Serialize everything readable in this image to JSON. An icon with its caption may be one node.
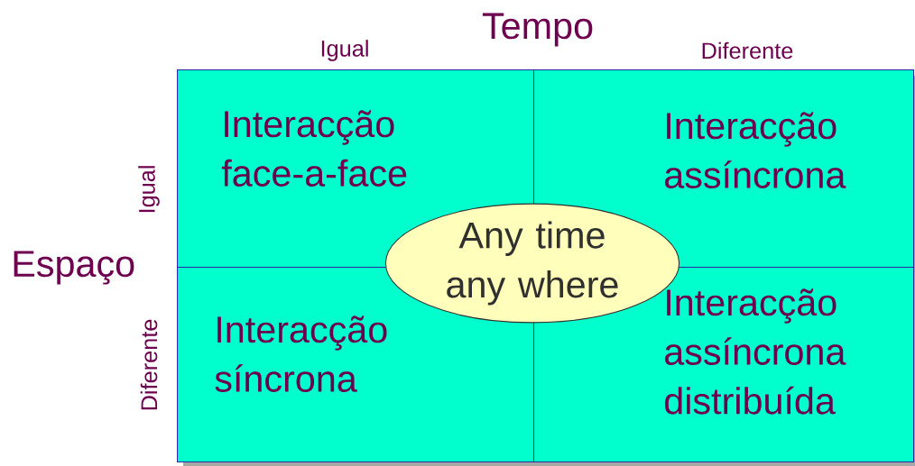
{
  "diagram": {
    "title": "Tempo",
    "nodes": [
      {
        "text": [
          "Interacção face-a-face"
        ]
      },
      {
        "text": [
          "Interacção assíncrona"
        ]
      },
      {
        "text": [
          "Interacção síncrona"
        ]
      },
      {
        "text": [
          "Interacção assíncrona distribuída"
        ]
      },
      {
        "text": [
          "Any time any where"
        ]
      }
    ],
    "labels": [
      "Igual",
      "Diferente",
      "Espaço",
      "Igual",
      "Diferente"
    ]
  }
}
